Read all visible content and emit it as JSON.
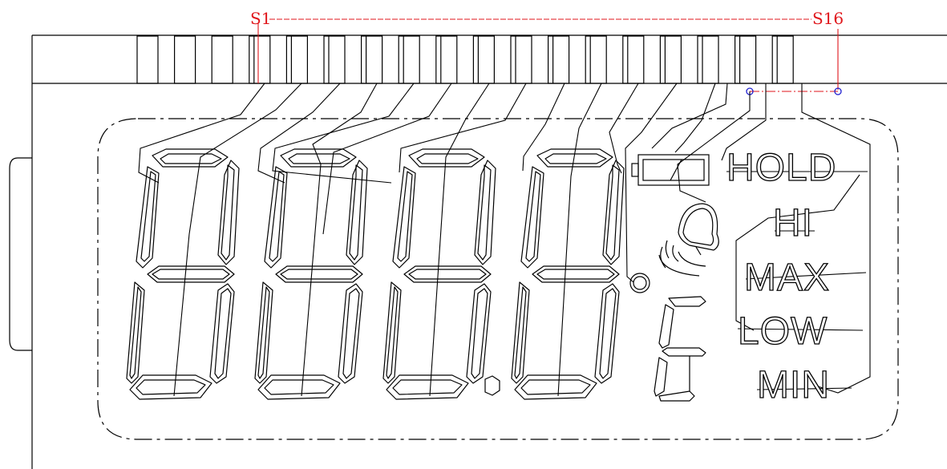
{
  "pins": {
    "first_label": "S1",
    "last_label": "S16",
    "count": 18
  },
  "annunciators": {
    "hold": "HOLD",
    "hi": "HI",
    "max": "MAX",
    "low": "LOW",
    "min": "MIN"
  },
  "digits": {
    "count": 4
  },
  "colors": {
    "line": "#000000",
    "pin_label": "#e0161b",
    "marker": "#2020d0",
    "background": "#ffffff"
  },
  "icons": [
    "battery-icon",
    "bell-icon",
    "sound-wave-icon",
    "degree-icon",
    "celsius-icon"
  ]
}
